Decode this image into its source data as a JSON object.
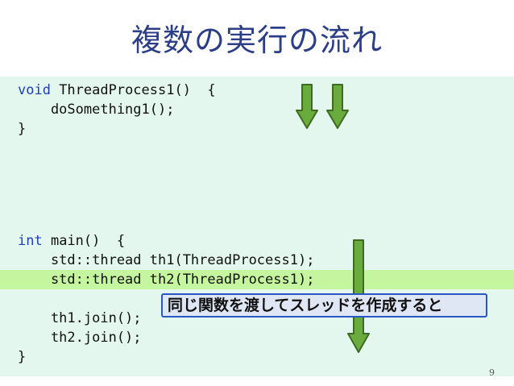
{
  "slide": {
    "title": "複数の実行の流れ",
    "page_number": "9",
    "note": "同じ関数を渡してスレッドを作成すると"
  },
  "code": {
    "l1_kw": "void",
    "l1_rest": " ThreadProcess1()  {",
    "l2": "    doSomething1();",
    "l3": "}",
    "l4_kw": "int",
    "l4_rest": " main()  {",
    "l5": "    std::thread th1(ThreadProcess1);",
    "l6": "    std::thread th2(ThreadProcess1);",
    "l7": "    th1.join();",
    "l8": "    th2.join();",
    "l9": "}"
  },
  "colors": {
    "code_bg": "#e3f7ee",
    "highlight_row": "#c5f59e",
    "arrow_fill": "#6aab3e",
    "note_border": "#2a57c6"
  },
  "icons": [
    "down-arrow-icon",
    "down-arrow-icon",
    "down-arrow-icon"
  ]
}
